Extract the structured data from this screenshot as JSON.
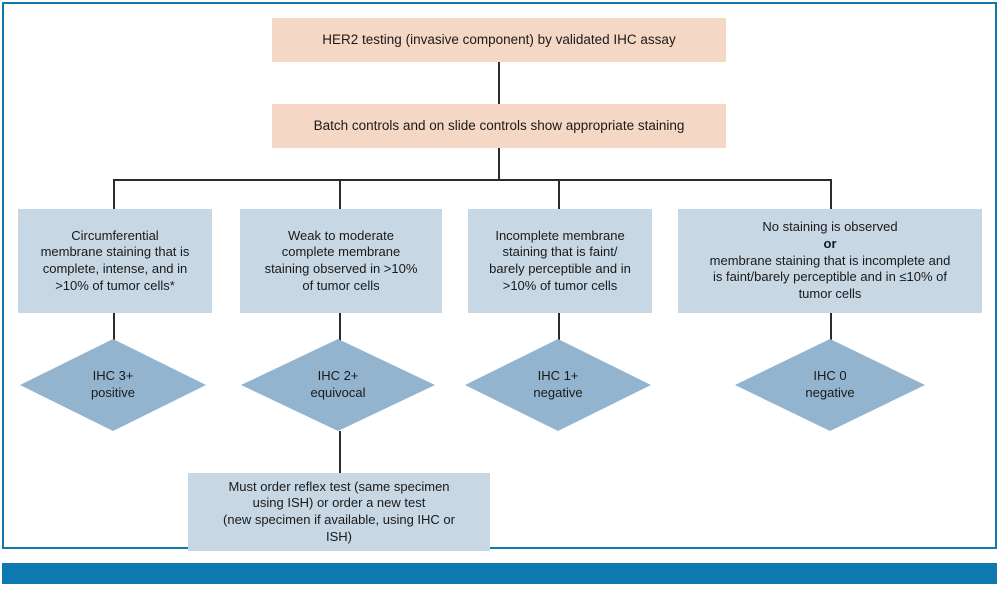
{
  "figure": {
    "type": "flowchart",
    "title": "HER2 testing by IHC assay interpretation algorithm",
    "accent_color": "#0d79b0",
    "frame_color": "#1277ad",
    "process_color": "#f4d7c4",
    "criteria_color": "#c7d7e4",
    "result_color": "#92b4cf"
  },
  "nodes": {
    "start": {
      "id": "her2-testing",
      "shape": "process",
      "text": "HER2 testing (invasive component) by validated IHC assay"
    },
    "controls": {
      "id": "batch-controls",
      "shape": "process",
      "text": "Batch controls and on slide controls show appropriate staining"
    },
    "criteria": [
      {
        "id": "criteria-3plus",
        "lines": [
          "Circumferential",
          "membrane staining that is",
          "complete, intense, and in",
          ">10% of tumor cells*"
        ]
      },
      {
        "id": "criteria-2plus",
        "lines": [
          "Weak to moderate",
          "complete membrane",
          "staining observed in >10%",
          "of tumor cells"
        ]
      },
      {
        "id": "criteria-1plus",
        "lines": [
          "Incomplete membrane",
          "staining that is faint/",
          "barely perceptible and in",
          ">10% of tumor cells"
        ]
      },
      {
        "id": "criteria-0",
        "lines": [
          "No staining is observed",
          "or",
          "membrane staining that is incomplete and",
          "is faint/barely perceptible and in ≤10% of",
          "tumor cells"
        ],
        "bold_line_index": 1
      }
    ],
    "results": [
      {
        "id": "result-ihc-3plus",
        "line1": "IHC 3+",
        "line2": "positive"
      },
      {
        "id": "result-ihc-2plus",
        "line1": "IHC 2+",
        "line2": "equivocal"
      },
      {
        "id": "result-ihc-1plus",
        "line1": "IHC 1+",
        "line2": "negative"
      },
      {
        "id": "result-ihc-0",
        "line1": "IHC 0",
        "line2": "negative"
      }
    ],
    "reflex": {
      "id": "reflex-test",
      "lines": [
        "Must order reflex test (same specimen",
        "using ISH) or order a new test",
        "(new specimen if available, using IHC or",
        "ISH)"
      ]
    }
  }
}
